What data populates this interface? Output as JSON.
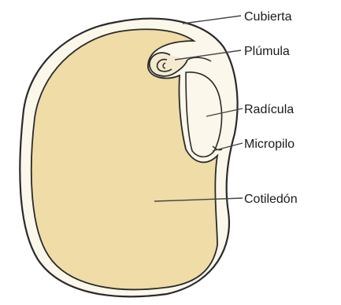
{
  "diagram": {
    "labels": {
      "cubierta": "Cubierta",
      "plumula": "Plúmula",
      "radicula": "Radícula",
      "micropilo": "Micropilo",
      "cotiledon": "Cotiledón"
    },
    "colors": {
      "background": "#ffffff",
      "cotyledon_fill": "#efdca6",
      "seed_coat": "#fbf7ea",
      "outline": "#2a2a2a",
      "leader": "#444444"
    }
  }
}
